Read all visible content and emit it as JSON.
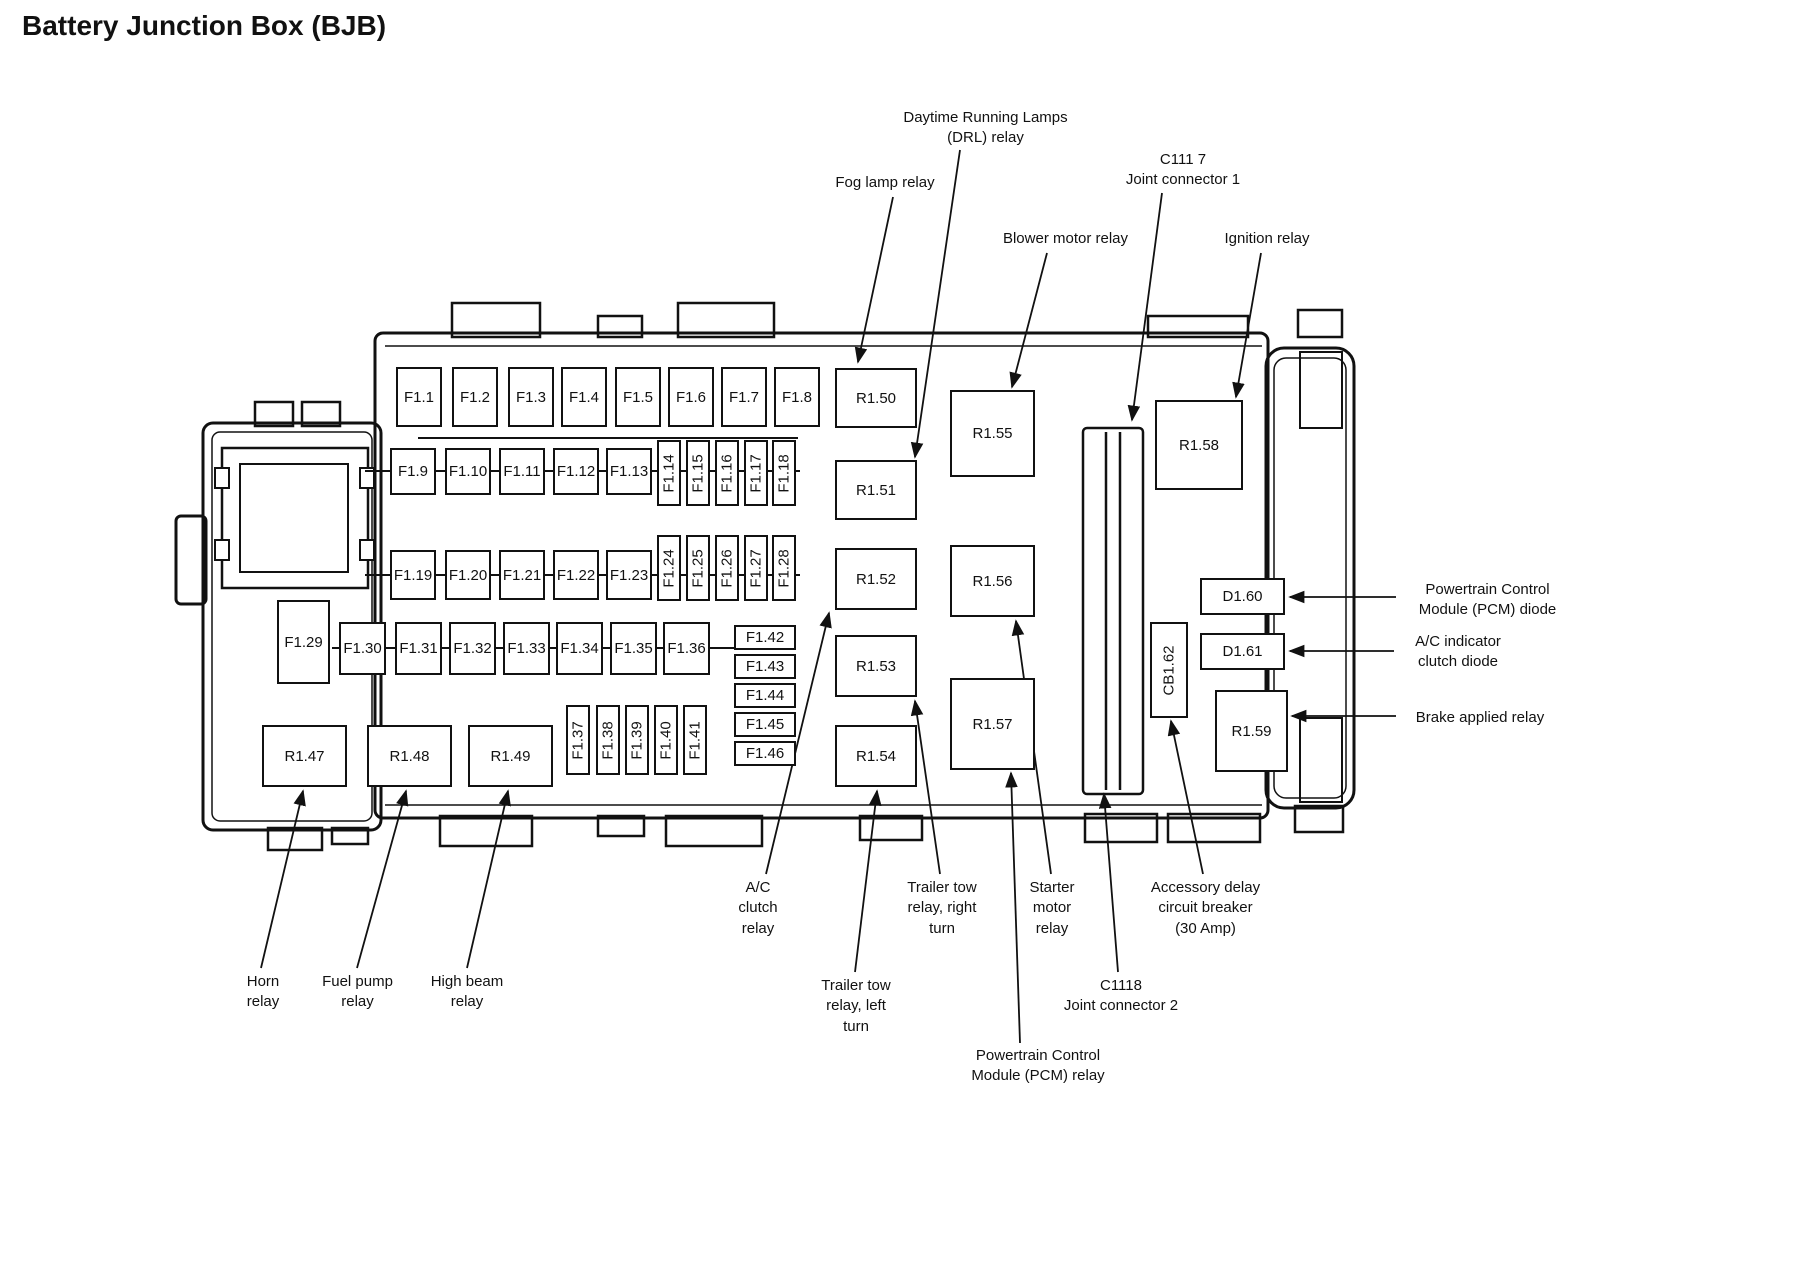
{
  "title": "Battery Junction Box (BJB)",
  "fuses": {
    "row1": [
      "F1.1",
      "F1.2",
      "F1.3",
      "F1.4",
      "F1.5",
      "F1.6",
      "F1.7",
      "F1.8"
    ],
    "row2h": [
      "F1.9",
      "F1.10",
      "F1.11",
      "F1.12",
      "F1.13"
    ],
    "row2v": [
      "F1.14",
      "F1.15",
      "F1.16",
      "F1.17",
      "F1.18"
    ],
    "row3h": [
      "F1.19",
      "F1.20",
      "F1.21",
      "F1.22",
      "F1.23"
    ],
    "row3v": [
      "F1.24",
      "F1.25",
      "F1.26",
      "F1.27",
      "F1.28"
    ],
    "f29": "F1.29",
    "row4": [
      "F1.30",
      "F1.31",
      "F1.32",
      "F1.33",
      "F1.34",
      "F1.35",
      "F1.36"
    ],
    "stack": [
      "F1.42",
      "F1.43",
      "F1.44",
      "F1.45",
      "F1.46"
    ],
    "row5v": [
      "F1.37",
      "F1.38",
      "F1.39",
      "F1.40",
      "F1.41"
    ]
  },
  "relays": {
    "r47": "R1.47",
    "r48": "R1.48",
    "r49": "R1.49",
    "r50": "R1.50",
    "r51": "R1.51",
    "r52": "R1.52",
    "r53": "R1.53",
    "r54": "R1.54",
    "r55": "R1.55",
    "r56": "R1.56",
    "r57": "R1.57",
    "r58": "R1.58",
    "r59": "R1.59",
    "d60": "D1.60",
    "d61": "D1.61",
    "cb62": "CB1.62"
  },
  "callouts": {
    "drl": "Daytime Running Lamps\n(DRL) relay",
    "fog": "Fog lamp relay",
    "c1117": "C111 7\nJoint connector 1",
    "blower": "Blower motor relay",
    "ignition": "Ignition relay",
    "pcm_diode": "Powertrain Control\nModule (PCM) diode",
    "ac_diode": "A/C indicator\nclutch diode",
    "brake": "Brake applied relay",
    "ac_clutch": "A/C\nclutch\nrelay",
    "trailer_right": "Trailer tow\nrelay, right\nturn",
    "starter": "Starter\nmotor\nrelay",
    "accessory": "Accessory delay\ncircuit breaker\n(30 Amp)",
    "trailer_left": "Trailer tow\nrelay, left\nturn",
    "c1118": "C1118\nJoint connector 2",
    "pcm_relay": "Powertrain Control\nModule (PCM) relay",
    "horn": "Horn\nrelay",
    "fuel": "Fuel pump\nrelay",
    "high_beam": "High beam\nrelay"
  }
}
